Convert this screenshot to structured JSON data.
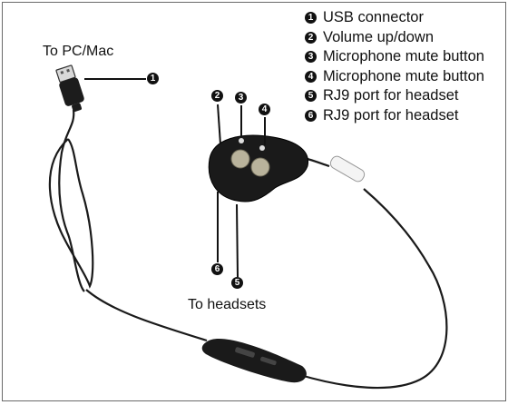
{
  "labels": {
    "pc": "To PC/Mac",
    "headsets": "To headsets"
  },
  "callouts": [
    "1",
    "2",
    "3",
    "4",
    "5",
    "6"
  ],
  "legend": [
    {
      "num": "1",
      "text": "USB connector"
    },
    {
      "num": "2",
      "text": "Volume up/down"
    },
    {
      "num": "3",
      "text": "Microphone mute button"
    },
    {
      "num": "4",
      "text": "Microphone mute button"
    },
    {
      "num": "5",
      "text": "RJ9 port for headset"
    },
    {
      "num": "6",
      "text": "RJ9 port for headset"
    }
  ]
}
